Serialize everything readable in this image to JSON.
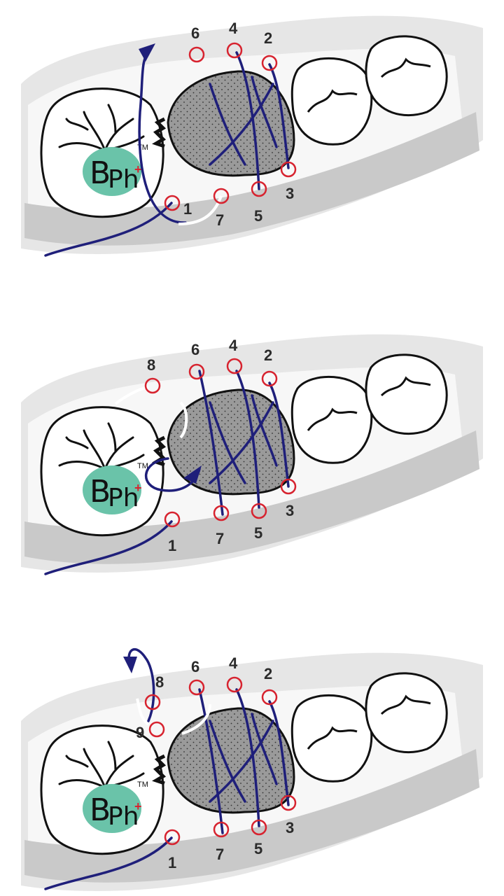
{
  "logo": {
    "b": "B",
    "ph": "Ph",
    "plus": "+",
    "tm": "TM",
    "circle_color": "#6ac3a9",
    "plus_color": "#d7232f"
  },
  "colors": {
    "suture": "#1f1f7a",
    "marker": "#d7232f",
    "gum_light": "#e6e6e6",
    "gum_mid": "#c9c9c9",
    "membrane": "#9a9a9a",
    "needle": "#ffffff"
  },
  "panels": [
    {
      "id": "step-1",
      "labels": [
        "6",
        "4",
        "2",
        "3",
        "5",
        "7",
        "1"
      ]
    },
    {
      "id": "step-2",
      "labels": [
        "8",
        "6",
        "4",
        "2",
        "3",
        "5",
        "7",
        "1"
      ]
    },
    {
      "id": "step-3",
      "labels": [
        "8",
        "9",
        "6",
        "4",
        "2",
        "3",
        "5",
        "7",
        "1"
      ]
    }
  ]
}
